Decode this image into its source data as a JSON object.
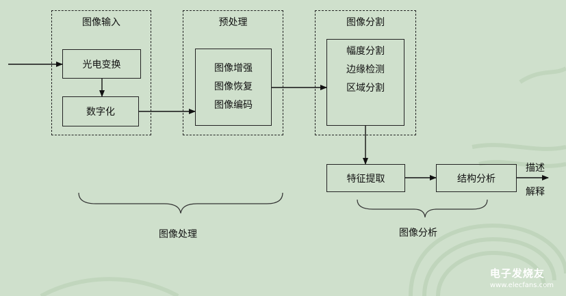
{
  "groups": {
    "input": {
      "title": "图像输入"
    },
    "preprocess": {
      "title": "预处理"
    },
    "segmentation": {
      "title": "图像分割"
    }
  },
  "boxes": {
    "photoelectric": "光电变换",
    "digitize": "数字化",
    "preprocess_items": [
      "图像增强",
      "图像恢复",
      "图像编码"
    ],
    "segmentation_items": [
      "幅度分割",
      "边缘检测",
      "区域分割"
    ],
    "feature_extraction": "特征提取",
    "structure_analysis": "结构分析"
  },
  "outputs": {
    "describe": "描述",
    "interpret": "解释"
  },
  "braces": {
    "image_processing": "图像处理",
    "image_analysis": "图像分析"
  },
  "watermark": {
    "logo": "电子发烧友",
    "url": "www.elecfans.com"
  }
}
